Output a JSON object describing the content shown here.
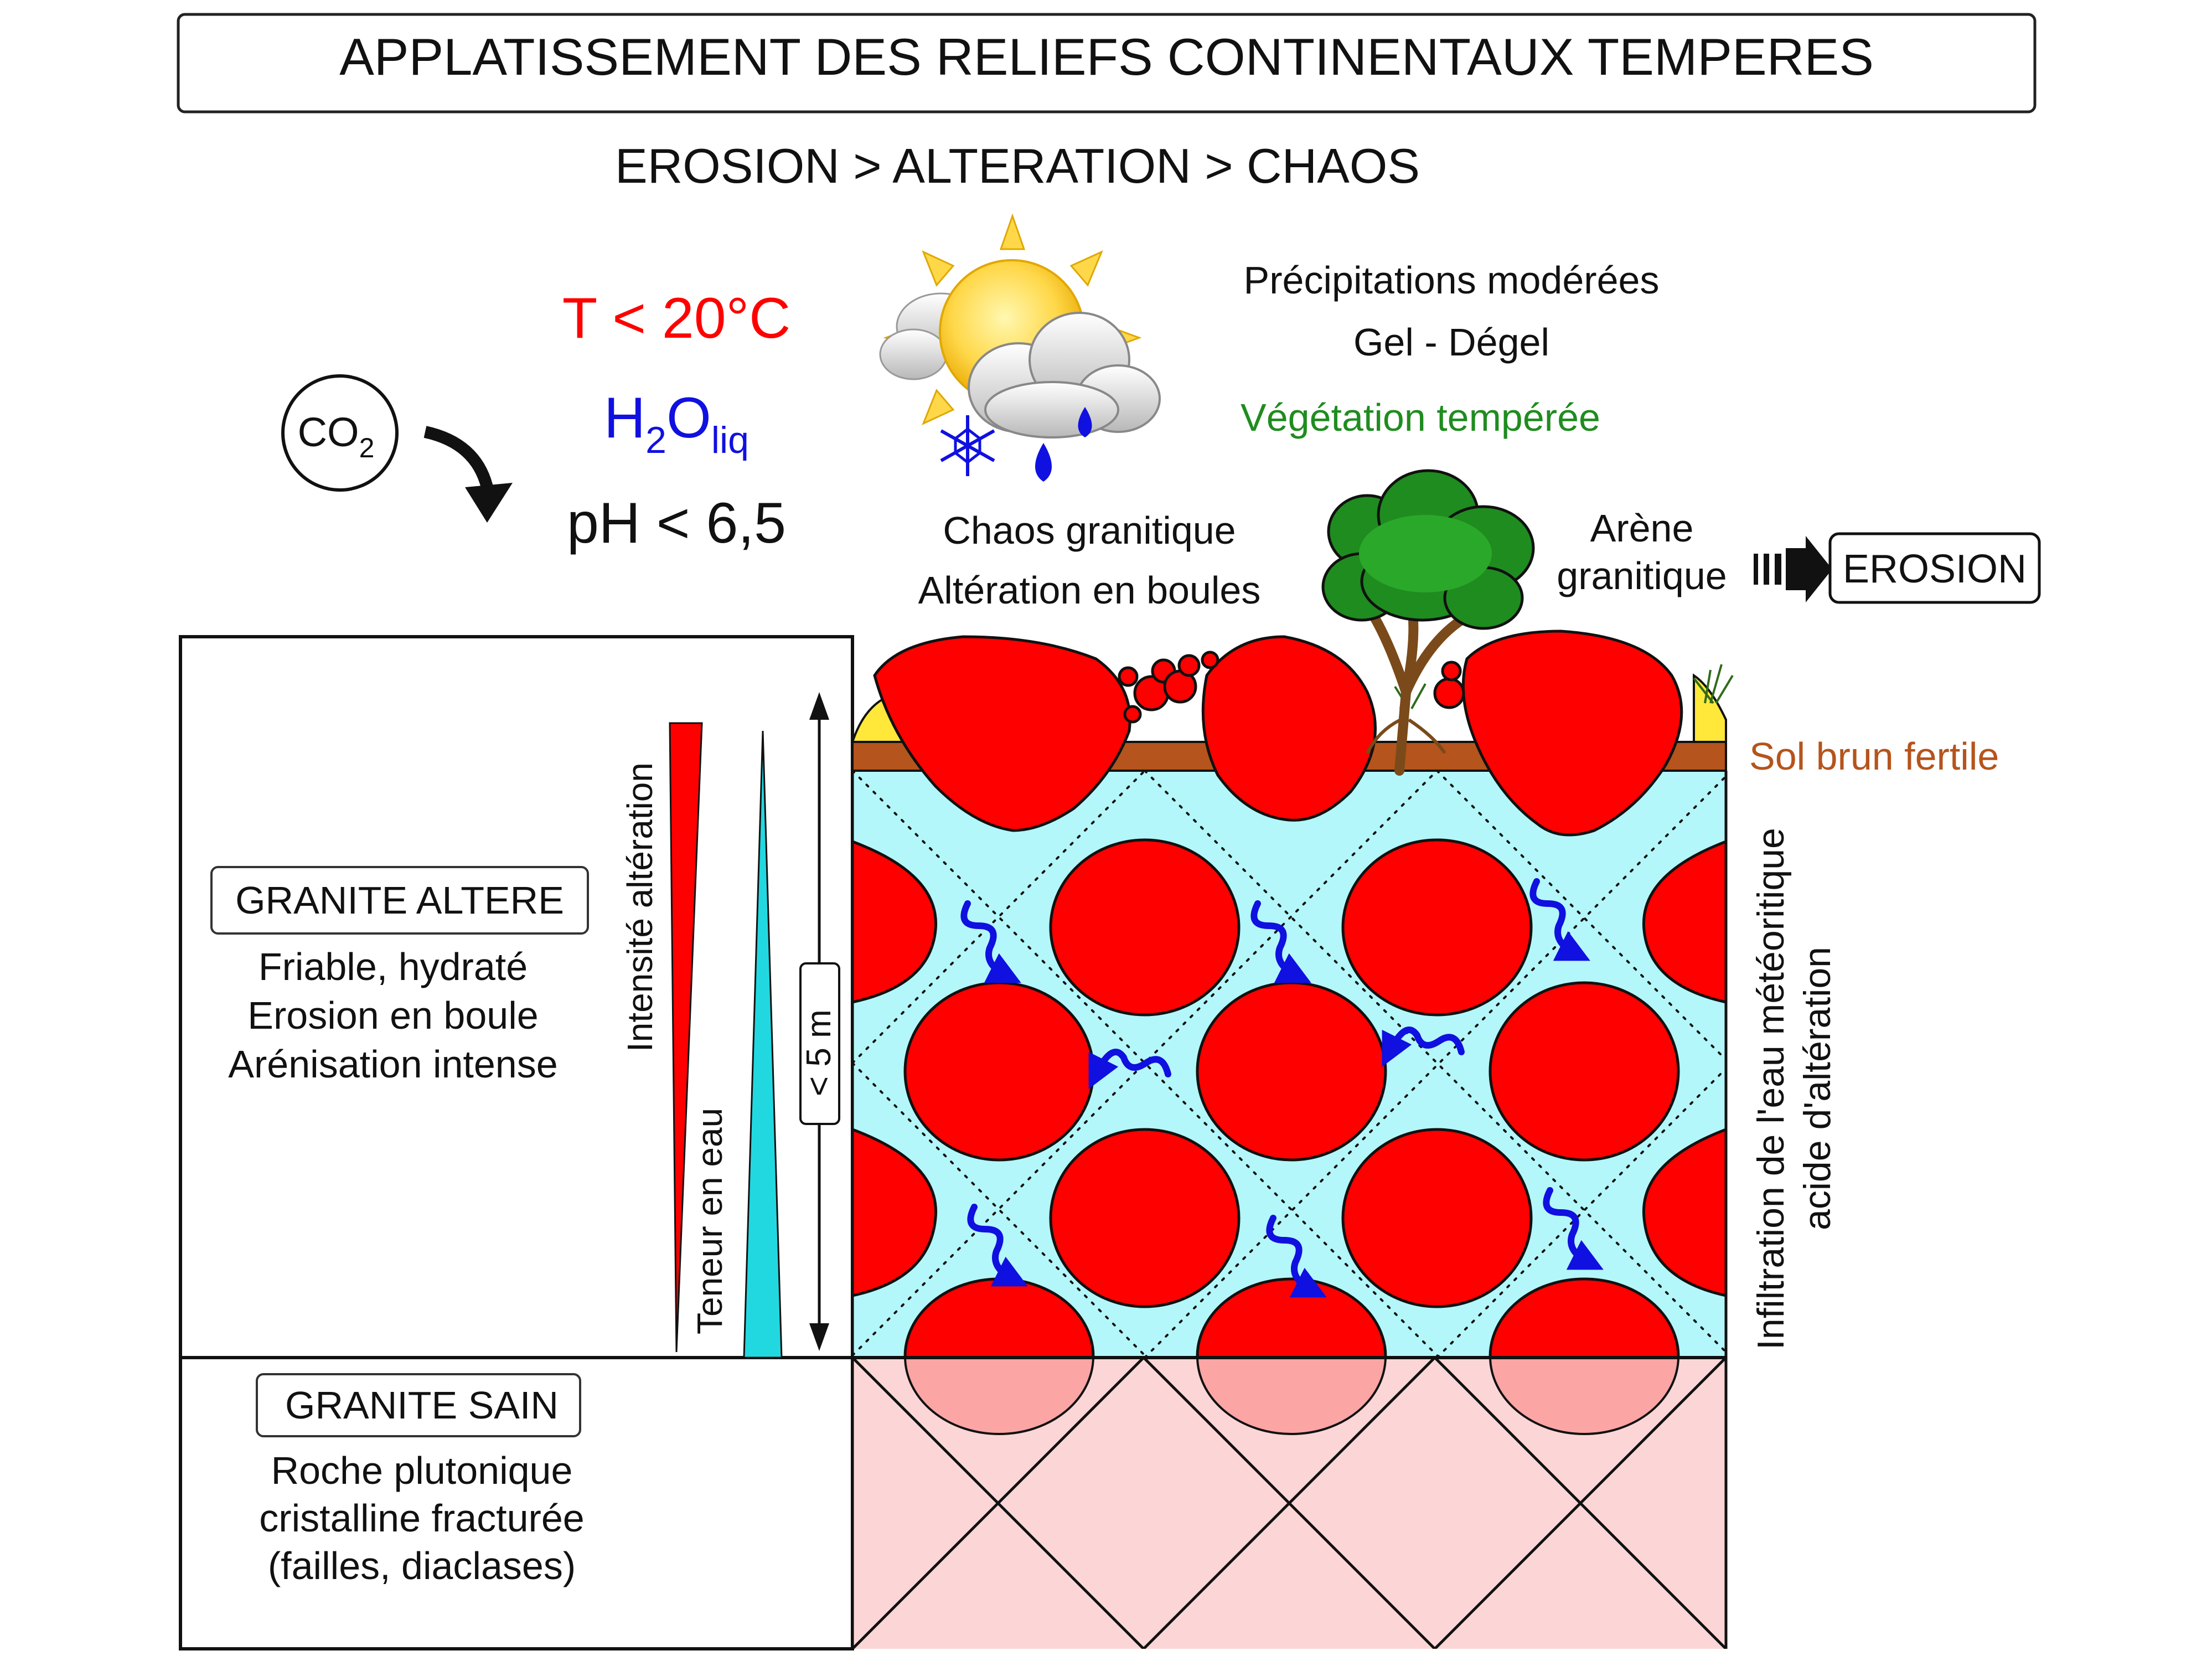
{
  "header": {
    "title": "APPLATISSEMENT DES RELIEFS CONTINENTAUX TEMPERES",
    "subtitle": "EROSION > ALTERATION > CHAOS"
  },
  "conditions": {
    "co2_main": "CO",
    "co2_sub": "2",
    "temperature": "T < 20°C",
    "water_main": "H",
    "water_sub1": "2",
    "water_o": "O",
    "water_sub2": "liq",
    "ph": "pH < 6,5"
  },
  "climate": {
    "precipitation": "Précipitations modérées",
    "freeze": "Gel - Dégel",
    "vegetation": "Végétation  tempérée"
  },
  "surface": {
    "chaos_line1": "Chaos granitique",
    "chaos_line2": "Altération en boules",
    "arene_line1": "Arène",
    "arene_line2": "granitique",
    "erosion_box": "EROSION",
    "soil": "Sol brun fertile"
  },
  "profile": {
    "altered_title": "GRANITE ALTERE",
    "altered_desc": [
      "Friable, hydraté",
      "Erosion en boule",
      "Arénisation intense"
    ],
    "intensity_label": "Intensité altération",
    "water_label": "Teneur en eau",
    "depth_label": "< 5 m",
    "sound_title": "GRANITE SAIN",
    "sound_desc": [
      "Roche plutonique",
      "cristalline fracturée",
      "(failles, diaclases)"
    ]
  },
  "infiltration": {
    "line1": "Infiltration de l'eau météoritique",
    "line2": "acide d'altération"
  },
  "colors": {
    "red": "#ff0000",
    "blue": "#1010e0",
    "green": "#1f8c1f",
    "brown": "#b5541c",
    "altered_bg": "#b3f7fa",
    "sound_bg": "#fcd6d6",
    "soil_yellow": "#ffe83a",
    "cyan_wedge": "#22d8e0"
  }
}
